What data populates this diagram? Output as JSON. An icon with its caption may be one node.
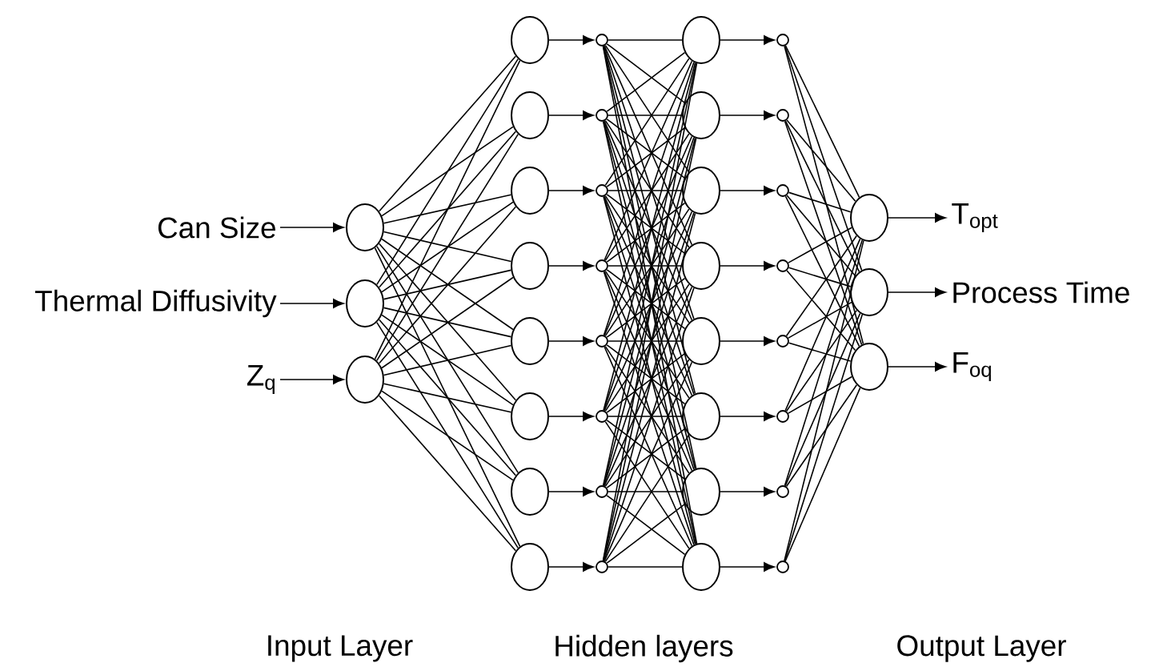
{
  "diagram": {
    "nodes": [
      {
        "text": [
          "Can Size"
        ]
      },
      {
        "text": [
          "Thermal Diffusivity"
        ]
      },
      {
        "text": [
          "Z$_{q}$"
        ]
      },
      {
        "text": [],
        "shape": "circle"
      },
      {
        "text": [],
        "shape": "circle"
      },
      {
        "text": [],
        "shape": "circle"
      },
      {
        "text": [],
        "shape": "circle"
      },
      {
        "text": [],
        "shape": "circle"
      },
      {
        "text": [],
        "shape": "circle"
      },
      {
        "text": [],
        "shape": "circle"
      },
      {
        "text": [],
        "shape": "circle"
      },
      {
        "text": [],
        "shape": "circle"
      },
      {
        "text": [],
        "shape": "circle"
      },
      {
        "text": [],
        "shape": "circle"
      },
      {
        "text": [],
        "shape": "circle"
      },
      {
        "text": [],
        "shape": "circle"
      },
      {
        "text": [],
        "shape": "circle"
      },
      {
        "text": [],
        "shape": "circle"
      },
      {
        "text": [],
        "shape": "circle"
      },
      {
        "text": [],
        "shape": "circle"
      },
      {
        "text": [],
        "shape": "circle"
      },
      {
        "text": [],
        "shape": "circle"
      },
      {
        "text": [],
        "shape": "circle"
      },
      {
        "text": [],
        "shape": "circle"
      },
      {
        "text": [],
        "shape": "circle"
      },
      {
        "text": [],
        "shape": "circle"
      },
      {
        "text": [],
        "shape": "circle"
      },
      {
        "text": [],
        "shape": "circle"
      },
      {
        "text": [],
        "shape": "circle"
      },
      {
        "text": [],
        "shape": "circle"
      },
      {
        "text": [],
        "shape": "circle"
      },
      {
        "text": [],
        "shape": "circle"
      },
      {
        "text": [],
        "shape": "circle"
      },
      {
        "text": [],
        "shape": "circle"
      },
      {
        "text": [],
        "shape": "circle"
      },
      {
        "text": [],
        "shape": "circle"
      },
      {
        "text": [],
        "shape": "circle"
      },
      {
        "text": [],
        "shape": "circle"
      },
      {
        "text": [],
        "shape": "circle"
      },
      {
        "text": [],
        "shape": "circle"
      },
      {
        "text": [],
        "shape": "circle"
      },
      {
        "text": [
          "T$_{opt}$"
        ]
      },
      {
        "text": [
          "Process Time"
        ]
      },
      {
        "text": [
          "F$_{oq}$"
        ]
      }
    ],
    "edges": [
      {
        "from": 0,
        "to": 3,
        "arrow": "to"
      },
      {
        "from": 1,
        "to": 4,
        "arrow": "to"
      },
      {
        "from": 2,
        "to": 5,
        "arrow": "to"
      },
      {
        "from": 3,
        "to": 6,
        "arrow": "none"
      },
      {
        "from": 3,
        "to": 7,
        "arrow": "none"
      },
      {
        "from": 3,
        "to": 8,
        "arrow": "none"
      },
      {
        "from": 3,
        "to": 9,
        "arrow": "none"
      },
      {
        "from": 3,
        "to": 10,
        "arrow": "none"
      },
      {
        "from": 3,
        "to": 11,
        "arrow": "none"
      },
      {
        "from": 3,
        "to": 12,
        "arrow": "none"
      },
      {
        "from": 3,
        "to": 13,
        "arrow": "none"
      },
      {
        "from": 4,
        "to": 6,
        "arrow": "none"
      },
      {
        "from": 4,
        "to": 7,
        "arrow": "none"
      },
      {
        "from": 4,
        "to": 8,
        "arrow": "none"
      },
      {
        "from": 4,
        "to": 9,
        "arrow": "none"
      },
      {
        "from": 4,
        "to": 10,
        "arrow": "none"
      },
      {
        "from": 4,
        "to": 11,
        "arrow": "none"
      },
      {
        "from": 4,
        "to": 12,
        "arrow": "none"
      },
      {
        "from": 4,
        "to": 13,
        "arrow": "none"
      },
      {
        "from": 5,
        "to": 6,
        "arrow": "none"
      },
      {
        "from": 5,
        "to": 7,
        "arrow": "none"
      },
      {
        "from": 5,
        "to": 8,
        "arrow": "none"
      },
      {
        "from": 5,
        "to": 9,
        "arrow": "none"
      },
      {
        "from": 5,
        "to": 10,
        "arrow": "none"
      },
      {
        "from": 5,
        "to": 11,
        "arrow": "none"
      },
      {
        "from": 5,
        "to": 12,
        "arrow": "none"
      },
      {
        "from": 5,
        "to": 13,
        "arrow": "none"
      },
      {
        "from": 6,
        "to": 14,
        "arrow": "to"
      },
      {
        "from": 7,
        "to": 15,
        "arrow": "to"
      },
      {
        "from": 8,
        "to": 16,
        "arrow": "to"
      },
      {
        "from": 9,
        "to": 17,
        "arrow": "to"
      },
      {
        "from": 10,
        "to": 18,
        "arrow": "to"
      },
      {
        "from": 11,
        "to": 19,
        "arrow": "to"
      },
      {
        "from": 12,
        "to": 20,
        "arrow": "to"
      },
      {
        "from": 13,
        "to": 21,
        "arrow": "to"
      },
      {
        "from": 14,
        "to": 22,
        "arrow": "none"
      },
      {
        "from": 14,
        "to": 23,
        "arrow": "none"
      },
      {
        "from": 14,
        "to": 24,
        "arrow": "none"
      },
      {
        "from": 14,
        "to": 25,
        "arrow": "none"
      },
      {
        "from": 14,
        "to": 26,
        "arrow": "none"
      },
      {
        "from": 14,
        "to": 27,
        "arrow": "none"
      },
      {
        "from": 14,
        "to": 28,
        "arrow": "none"
      },
      {
        "from": 14,
        "to": 29,
        "arrow": "none"
      },
      {
        "from": 15,
        "to": 22,
        "arrow": "none"
      },
      {
        "from": 15,
        "to": 23,
        "arrow": "none"
      },
      {
        "from": 15,
        "to": 24,
        "arrow": "none"
      },
      {
        "from": 15,
        "to": 25,
        "arrow": "none"
      },
      {
        "from": 15,
        "to": 26,
        "arrow": "none"
      },
      {
        "from": 15,
        "to": 27,
        "arrow": "none"
      },
      {
        "from": 15,
        "to": 28,
        "arrow": "none"
      },
      {
        "from": 15,
        "to": 29,
        "arrow": "none"
      },
      {
        "from": 16,
        "to": 22,
        "arrow": "none"
      },
      {
        "from": 16,
        "to": 23,
        "arrow": "none"
      },
      {
        "from": 16,
        "to": 24,
        "arrow": "none"
      },
      {
        "from": 16,
        "to": 25,
        "arrow": "none"
      },
      {
        "from": 16,
        "to": 26,
        "arrow": "none"
      },
      {
        "from": 16,
        "to": 27,
        "arrow": "none"
      },
      {
        "from": 16,
        "to": 28,
        "arrow": "none"
      },
      {
        "from": 16,
        "to": 29,
        "arrow": "none"
      },
      {
        "from": 17,
        "to": 22,
        "arrow": "none"
      },
      {
        "from": 17,
        "to": 23,
        "arrow": "none"
      },
      {
        "from": 17,
        "to": 24,
        "arrow": "none"
      },
      {
        "from": 17,
        "to": 25,
        "arrow": "none"
      },
      {
        "from": 17,
        "to": 26,
        "arrow": "none"
      },
      {
        "from": 17,
        "to": 27,
        "arrow": "none"
      },
      {
        "from": 17,
        "to": 28,
        "arrow": "none"
      },
      {
        "from": 17,
        "to": 29,
        "arrow": "none"
      },
      {
        "from": 18,
        "to": 22,
        "arrow": "none"
      },
      {
        "from": 18,
        "to": 23,
        "arrow": "none"
      },
      {
        "from": 18,
        "to": 24,
        "arrow": "none"
      },
      {
        "from": 18,
        "to": 25,
        "arrow": "none"
      },
      {
        "from": 18,
        "to": 26,
        "arrow": "none"
      },
      {
        "from": 18,
        "to": 27,
        "arrow": "none"
      },
      {
        "from": 18,
        "to": 28,
        "arrow": "none"
      },
      {
        "from": 18,
        "to": 29,
        "arrow": "none"
      },
      {
        "from": 19,
        "to": 22,
        "arrow": "none"
      },
      {
        "from": 19,
        "to": 23,
        "arrow": "none"
      },
      {
        "from": 19,
        "to": 24,
        "arrow": "none"
      },
      {
        "from": 19,
        "to": 25,
        "arrow": "none"
      },
      {
        "from": 19,
        "to": 26,
        "arrow": "none"
      },
      {
        "from": 19,
        "to": 27,
        "arrow": "none"
      },
      {
        "from": 19,
        "to": 28,
        "arrow": "none"
      },
      {
        "from": 19,
        "to": 29,
        "arrow": "none"
      },
      {
        "from": 20,
        "to": 22,
        "arrow": "none"
      },
      {
        "from": 20,
        "to": 23,
        "arrow": "none"
      },
      {
        "from": 20,
        "to": 24,
        "arrow": "none"
      },
      {
        "from": 20,
        "to": 25,
        "arrow": "none"
      },
      {
        "from": 20,
        "to": 26,
        "arrow": "none"
      },
      {
        "from": 20,
        "to": 27,
        "arrow": "none"
      },
      {
        "from": 20,
        "to": 28,
        "arrow": "none"
      },
      {
        "from": 20,
        "to": 29,
        "arrow": "none"
      },
      {
        "from": 21,
        "to": 22,
        "arrow": "none"
      },
      {
        "from": 21,
        "to": 23,
        "arrow": "none"
      },
      {
        "from": 21,
        "to": 24,
        "arrow": "none"
      },
      {
        "from": 21,
        "to": 25,
        "arrow": "none"
      },
      {
        "from": 21,
        "to": 26,
        "arrow": "none"
      },
      {
        "from": 21,
        "to": 27,
        "arrow": "none"
      },
      {
        "from": 21,
        "to": 28,
        "arrow": "none"
      },
      {
        "from": 21,
        "to": 29,
        "arrow": "none"
      },
      {
        "from": 22,
        "to": 30,
        "arrow": "to"
      },
      {
        "from": 23,
        "to": 31,
        "arrow": "to"
      },
      {
        "from": 24,
        "to": 32,
        "arrow": "to"
      },
      {
        "from": 25,
        "to": 33,
        "arrow": "to"
      },
      {
        "from": 26,
        "to": 34,
        "arrow": "to"
      },
      {
        "from": 27,
        "to": 35,
        "arrow": "to"
      },
      {
        "from": 28,
        "to": 36,
        "arrow": "to"
      },
      {
        "from": 29,
        "to": 37,
        "arrow": "to"
      },
      {
        "from": 30,
        "to": 38,
        "arrow": "none"
      },
      {
        "from": 30,
        "to": 39,
        "arrow": "none"
      },
      {
        "from": 30,
        "to": 40,
        "arrow": "none"
      },
      {
        "from": 31,
        "to": 38,
        "arrow": "none"
      },
      {
        "from": 31,
        "to": 39,
        "arrow": "none"
      },
      {
        "from": 31,
        "to": 40,
        "arrow": "none"
      },
      {
        "from": 32,
        "to": 38,
        "arrow": "none"
      },
      {
        "from": 32,
        "to": 39,
        "arrow": "none"
      },
      {
        "from": 32,
        "to": 40,
        "arrow": "none"
      },
      {
        "from": 33,
        "to": 38,
        "arrow": "none"
      },
      {
        "from": 33,
        "to": 39,
        "arrow": "none"
      },
      {
        "from": 33,
        "to": 40,
        "arrow": "none"
      },
      {
        "from": 34,
        "to": 38,
        "arrow": "none"
      },
      {
        "from": 34,
        "to": 39,
        "arrow": "none"
      },
      {
        "from": 34,
        "to": 40,
        "arrow": "none"
      },
      {
        "from": 35,
        "to": 38,
        "arrow": "none"
      },
      {
        "from": 35,
        "to": 39,
        "arrow": "none"
      },
      {
        "from": 35,
        "to": 40,
        "arrow": "none"
      },
      {
        "from": 36,
        "to": 38,
        "arrow": "none"
      },
      {
        "from": 36,
        "to": 39,
        "arrow": "none"
      },
      {
        "from": 36,
        "to": 40,
        "arrow": "none"
      },
      {
        "from": 37,
        "to": 38,
        "arrow": "none"
      },
      {
        "from": 37,
        "to": 39,
        "arrow": "none"
      },
      {
        "from": 37,
        "to": 40,
        "arrow": "none"
      },
      {
        "from": 38,
        "to": 41,
        "arrow": "to"
      },
      {
        "from": 39,
        "to": 42,
        "arrow": "to"
      },
      {
        "from": 40,
        "to": 43,
        "arrow": "to"
      }
    ],
    "labels": [
      "Input Layer",
      "Hidden layers",
      "Output Layer"
    ]
  }
}
